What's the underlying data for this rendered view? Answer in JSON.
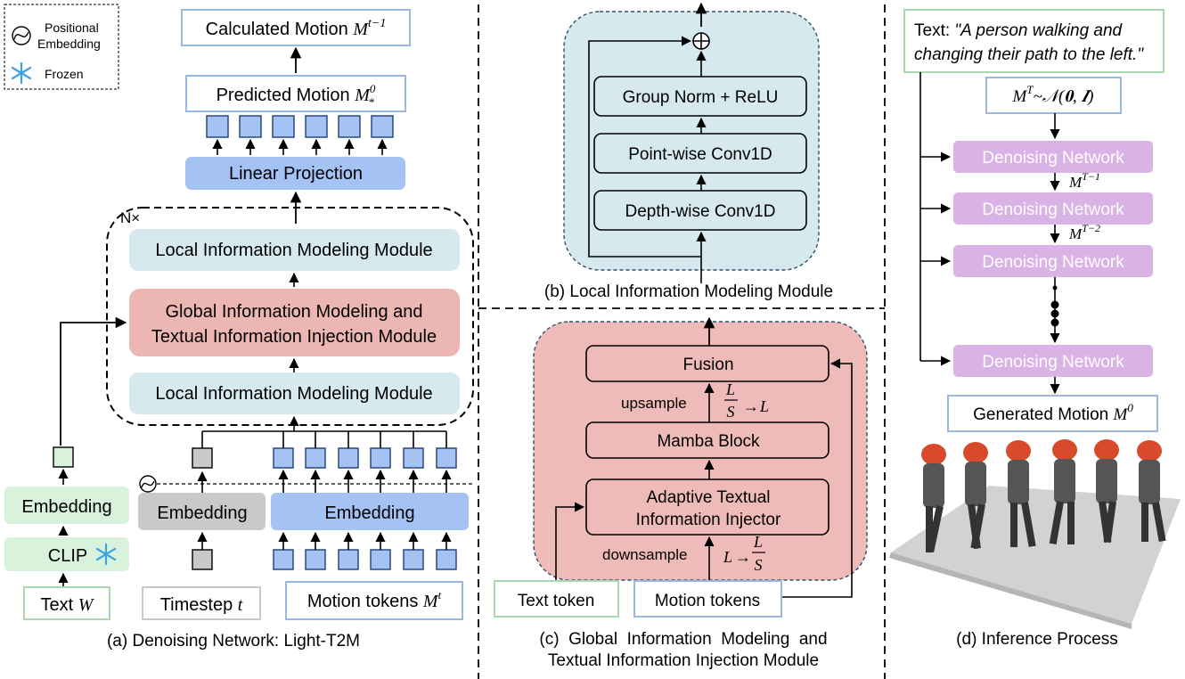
{
  "legend": {
    "positional_label": "Positional",
    "positional_label2": "Embedding",
    "frozen_label": "Frozen"
  },
  "panel_a": {
    "calculated_motion": "Calculated Motion ",
    "calculated_motion_math": "M",
    "calculated_motion_sup": "t−1",
    "predicted_motion": "Predicted Motion ",
    "predicted_motion_math": "M",
    "predicted_motion_sup": "0",
    "predicted_motion_sub": "*",
    "linear_projection": "Linear Projection",
    "repeat_label": "N×",
    "local_module_top": "Local Information Modeling Module",
    "global_module_line1": "Global Information Modeling and",
    "global_module_line2": "Textual Information Injection Module",
    "local_module_bottom": "Local Information Modeling Module",
    "embedding_text": "Embedding",
    "clip_label": "CLIP",
    "embedding_timestep": "Embedding",
    "embedding_motion": "Embedding",
    "text_input": "Text ",
    "text_input_math": "W",
    "timestep_input": "Timestep ",
    "timestep_input_math": "t",
    "motion_tokens_input": "Motion tokens ",
    "motion_tokens_math": "M",
    "motion_tokens_sup": "t",
    "caption": "(a) Denoising Network: Light-T2M"
  },
  "panel_b": {
    "group_norm": "Group Norm + ReLU",
    "pointwise": "Point-wise Conv1D",
    "depthwise": "Depth-wise Conv1D",
    "add_symbol": "⊕",
    "caption": "(b) Local Information Modeling Module"
  },
  "panel_c": {
    "fusion": "Fusion",
    "upsample": "upsample",
    "mamba": "Mamba Block",
    "injector_line1": "Adaptive Textual",
    "injector_line2": "Information Injector",
    "downsample": "downsample",
    "text_token": "Text token",
    "motion_tokens": "Motion tokens",
    "caption_line1": "(c)  Global  Information  Modeling  and",
    "caption_line2": "Textual Information Injection Module"
  },
  "panel_d": {
    "text_prefix": "Text: ",
    "prompt_line1": "\"A person walking and",
    "prompt_line2": "changing their path to the left.\"",
    "noise_init": "M",
    "noise_init_sup": "T",
    "noise_init_rest": "~𝒩(𝟎, 𝑰)",
    "denoise_1": "Denoising Network",
    "denoise_2": "Denoising Network",
    "denoise_3": "Denoising Network",
    "denoise_4": "Denoising Network",
    "step_1": "M",
    "step_1_sup": "T−1",
    "step_2": "M",
    "step_2_sup": "T−2",
    "generated": "Generated Motion ",
    "generated_math": "M",
    "generated_sup": "0",
    "caption": "(d) Inference Process"
  },
  "colors": {
    "green_fill": "#d9f2dc",
    "green_stroke": "#a9d8b0",
    "blue_fill": "#a4c2f4",
    "blue_stroke": "#2e4f8a",
    "light_blue": "#d6e9ee",
    "pink": "#ecb6b3",
    "purple": "#dab3e6",
    "gray": "#c9c9c9",
    "panel_b_bg": "#d6e9ee",
    "panel_c_bg": "#eebbb8"
  }
}
